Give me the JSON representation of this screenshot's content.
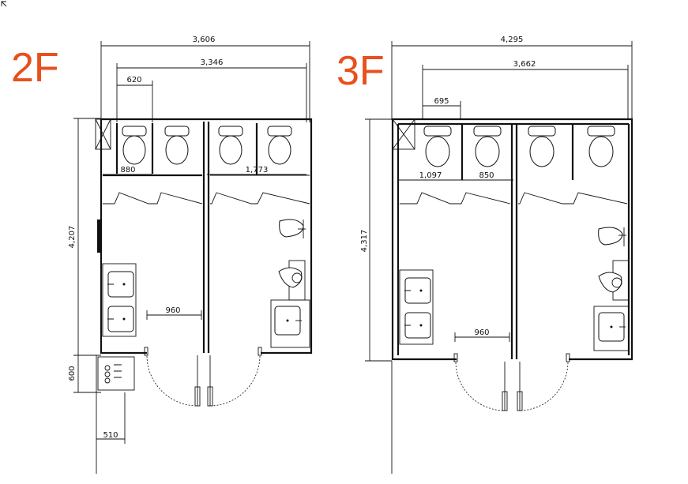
{
  "floors": [
    {
      "label": "2F",
      "dims": {
        "top_overall": "3,606",
        "top_inner": "3,346",
        "top_small": "620",
        "stall_a": "880",
        "stall_b": "1,773",
        "door": "960",
        "height": "4,207",
        "height_lower": "600",
        "bottom": "510"
      }
    },
    {
      "label": "3F",
      "dims": {
        "top_overall": "4,295",
        "top_inner": "3,662",
        "top_small": "695",
        "stall_a": "1,097",
        "stall_b": "850",
        "door": "960",
        "height": "4,317"
      }
    }
  ]
}
